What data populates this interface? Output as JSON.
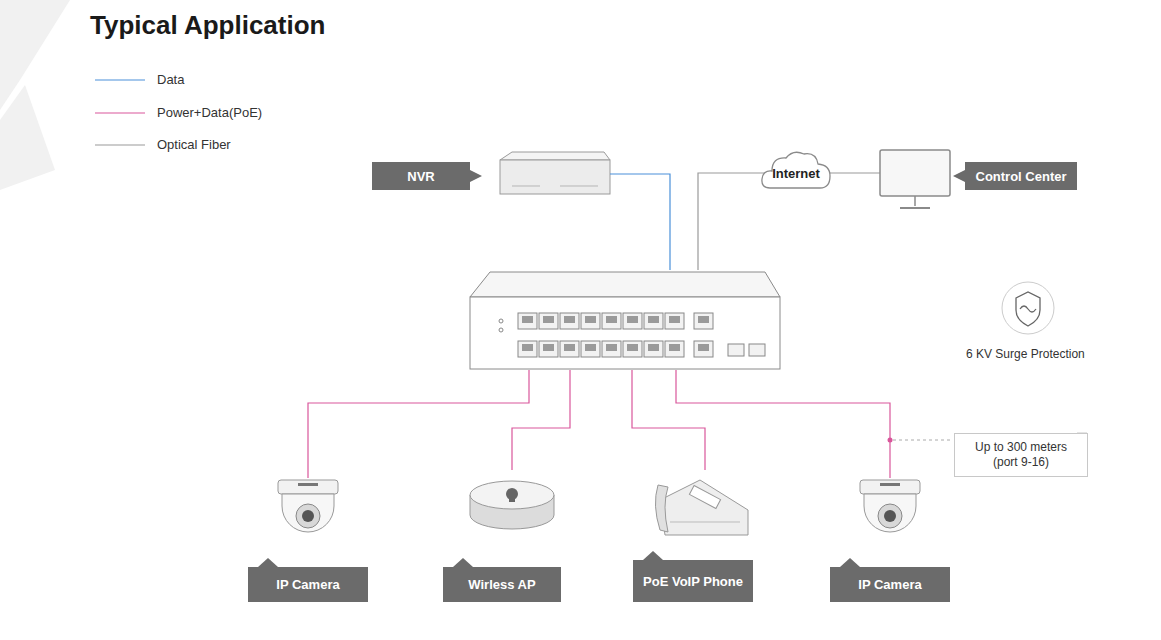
{
  "diagram": {
    "title": "Typical Application",
    "nodes": [
      {
        "text": [
          "NVR"
        ]
      },
      {
        "text": [
          "Internet"
        ]
      },
      {
        "text": [
          "Control Center"
        ]
      },
      {
        "text": [
          "Up to 300 meters (port 9-16)"
        ]
      },
      {
        "text": [
          "IP Camera"
        ]
      },
      {
        "text": [
          "Wirless AP"
        ]
      },
      {
        "text": [
          "PoE VoIP Phone"
        ]
      },
      {
        "text": [
          "IP Camera"
        ]
      }
    ],
    "labels": [
      "6 KV Surge Protection"
    ],
    "legend": [
      {
        "text": "Data"
      },
      {
        "text": "Power+Data(PoE)"
      },
      {
        "text": "Optical Fiber"
      }
    ]
  }
}
